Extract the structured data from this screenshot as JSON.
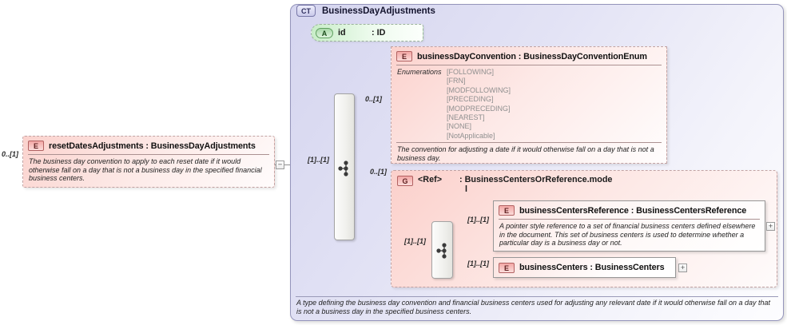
{
  "diagram": {
    "left_element": {
      "badge": "E",
      "cardinality": "0..[1]",
      "title": "resetDatesAdjustments : BusinessDayAdjustments",
      "description": "The business day convention to apply to each reset date if it would otherwise fall on a day that is not a business day in the specified financial business centers.",
      "collapse_glyph": "−"
    },
    "container": {
      "badge": "CT",
      "title": "BusinessDayAdjustments",
      "annotation": "A type defining the business day convention and financial business centers used for adjusting any relevant date if it would otherwise fall on a day that is not a business day in the specified business centers.",
      "root_cardinality": "[1]..[1]"
    },
    "id_attribute": {
      "badge": "A",
      "name": "id",
      "type": ": ID"
    },
    "convention_element": {
      "badge": "E",
      "cardinality": "0..[1]",
      "title": "businessDayConvention : BusinessDayConventionEnum",
      "enumerations_label": "Enumerations",
      "enumerations": [
        "[FOLLOWING]",
        "[FRN]",
        "[MODFOLLOWING]",
        "[PRECEDING]",
        "[MODPRECEDING]",
        "[NEAREST]",
        "[NONE]",
        "[NotApplicable]"
      ],
      "description": "The convention for adjusting a date if it would otherwise fall on a day that is not a business day."
    },
    "ref_group": {
      "badge": "G",
      "cardinality": "0..[1]",
      "name": "<Ref>",
      "type_line1": ": BusinessCentersOrReference.mode",
      "type_line2": "l",
      "input_cardinality": "[1]..[1]"
    },
    "centers_reference_element": {
      "badge": "E",
      "cardinality": "[1]..[1]",
      "title": "businessCentersReference : BusinessCentersReference",
      "description": "A pointer style reference to a set of financial business centers defined elsewhere in the document. This set of business centers is used to determine whether a particular day is a business day or not.",
      "expand_glyph": "+"
    },
    "centers_element": {
      "badge": "E",
      "cardinality": "[1]..[1]",
      "title": "businessCenters : BusinessCenters",
      "expand_glyph": "+"
    }
  },
  "colors": {
    "element_pink": "#fbd2cd",
    "attribute_green": "#c8edc8",
    "container_lavender": "#d5d5ef",
    "badge_red": "#f3a7a5",
    "line_gray": "#8f8f8f"
  }
}
